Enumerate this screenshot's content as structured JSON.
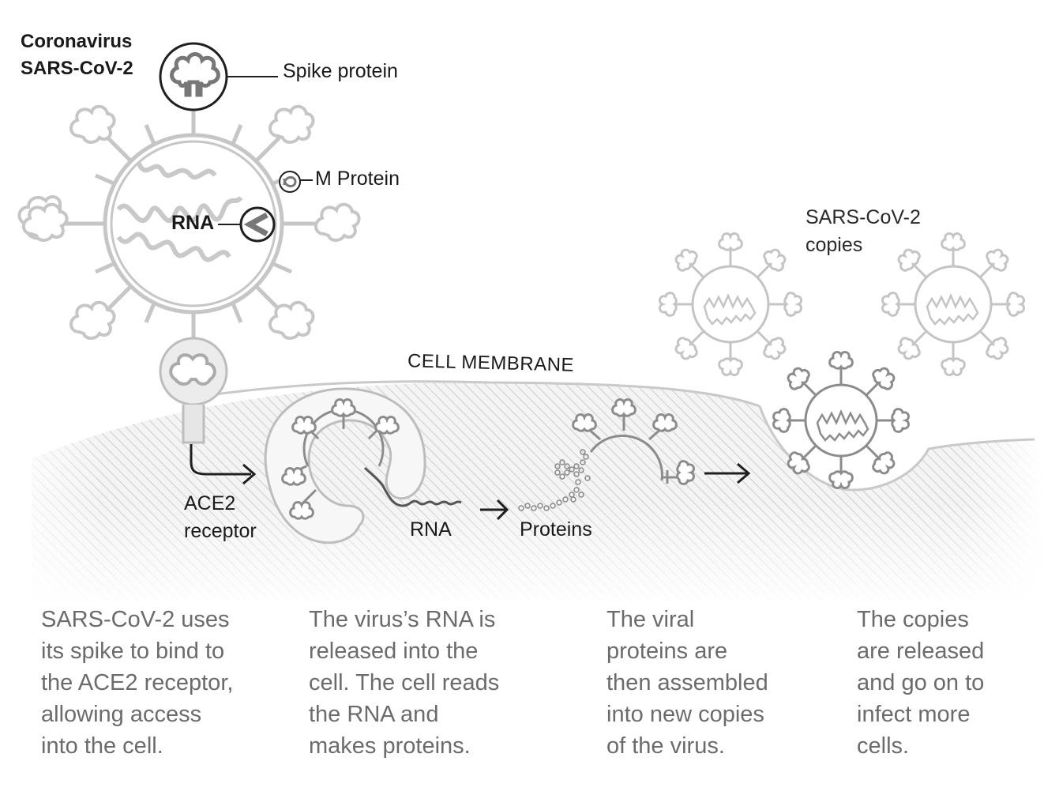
{
  "title": {
    "line1": "Coronavirus",
    "line2": "SARS-CoV-2"
  },
  "labels": {
    "spike_protein": "Spike protein",
    "m_protein": "M Protein",
    "rna_virus": "RNA",
    "copies_line1": "SARS-CoV-2",
    "copies_line2": "copies",
    "cell_membrane": "CELL MEMBRANE",
    "ace2_line1": "ACE2",
    "ace2_line2": "receptor",
    "rna_cell": "RNA",
    "proteins": "Proteins"
  },
  "steps": [
    {
      "lines": [
        "SARS-CoV-2 uses",
        "its spike to bind to",
        "the ACE2 receptor,",
        "allowing access",
        "into the cell."
      ]
    },
    {
      "lines": [
        "The virus’s RNA is",
        "released into the",
        "cell. The cell reads",
        "the RNA and",
        "makes proteins."
      ]
    },
    {
      "lines": [
        "The viral",
        "proteins are",
        "then assembled",
        "into new copies",
        "of the virus."
      ]
    },
    {
      "lines": [
        "The copies",
        "are released",
        "and go on to",
        "infect more",
        "cells."
      ]
    }
  ],
  "colors": {
    "virus_outline": "#c4c4c4",
    "dark_outline": "#888888",
    "text": "#1a1a1a",
    "desc_text": "#6b6b6b",
    "hatch": "#d0d0d0"
  }
}
